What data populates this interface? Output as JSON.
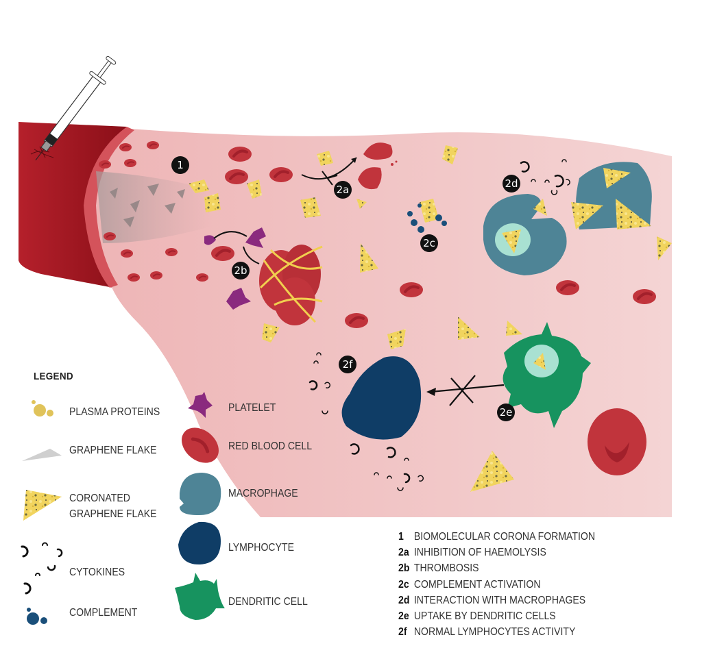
{
  "diagram": {
    "badges": [
      {
        "id": "1",
        "label": "1"
      },
      {
        "id": "2a",
        "label": "2a"
      },
      {
        "id": "2b",
        "label": "2b"
      },
      {
        "id": "2c",
        "label": "2c"
      },
      {
        "id": "2d",
        "label": "2d"
      },
      {
        "id": "2e",
        "label": "2e"
      },
      {
        "id": "2f",
        "label": "2f"
      }
    ]
  },
  "legend": {
    "title": "LEGEND",
    "items": [
      {
        "icon": "plasma-proteins-icon",
        "label": "PLASMA PROTEINS"
      },
      {
        "icon": "graphene-flake-icon",
        "label": "GRAPHENE FLAKE"
      },
      {
        "icon": "coronated-graphene-flake-icon",
        "label_line1": "CORONATED",
        "label_line2": "GRAPHENE FLAKE"
      },
      {
        "icon": "cytokines-icon",
        "label": "CYTOKINES"
      },
      {
        "icon": "complement-icon",
        "label": "COMPLEMENT"
      },
      {
        "icon": "platelet-icon",
        "label": "PLATELET"
      },
      {
        "icon": "red-blood-cell-icon",
        "label": "RED BLOOD CELL"
      },
      {
        "icon": "macrophage-icon",
        "label": "MACROPHAGE"
      },
      {
        "icon": "lymphocyte-icon",
        "label": "LYMPHOCYTE"
      },
      {
        "icon": "dendritic-cell-icon",
        "label": "DENDRITIC CELL"
      }
    ]
  },
  "key": {
    "items": [
      {
        "code": "1",
        "text": "BIOMOLECULAR CORONA FORMATION"
      },
      {
        "code": "2a",
        "text": "INHIBITION OF HAEMOLYSIS"
      },
      {
        "code": "2b",
        "text": "THROMBOSIS"
      },
      {
        "code": "2c",
        "text": "COMPLEMENT ACTIVATION"
      },
      {
        "code": "2d",
        "text": "INTERACTION WITH MACROPHAGES"
      },
      {
        "code": "2e",
        "text": "UPTAKE BY DENDRITIC CELLS"
      },
      {
        "code": "2f",
        "text": "NORMAL LYMPHOCYTES ACTIVITY"
      }
    ]
  },
  "colors": {
    "vessel_wall": "#b5202b",
    "vessel_lumen": "#f0c4c4",
    "red_blood_cell": "#c1343c",
    "platelet": "#8a2a7e",
    "macrophage": "#4e8496",
    "lymphocyte": "#0f3d66",
    "dendritic_cell": "#17935f",
    "vesicle": "#a9e1d2",
    "graphene": "#b8b8b8",
    "corona": "#f0cf5a",
    "complement": "#1a4f7a",
    "plasma_protein": "#e0c35a"
  }
}
